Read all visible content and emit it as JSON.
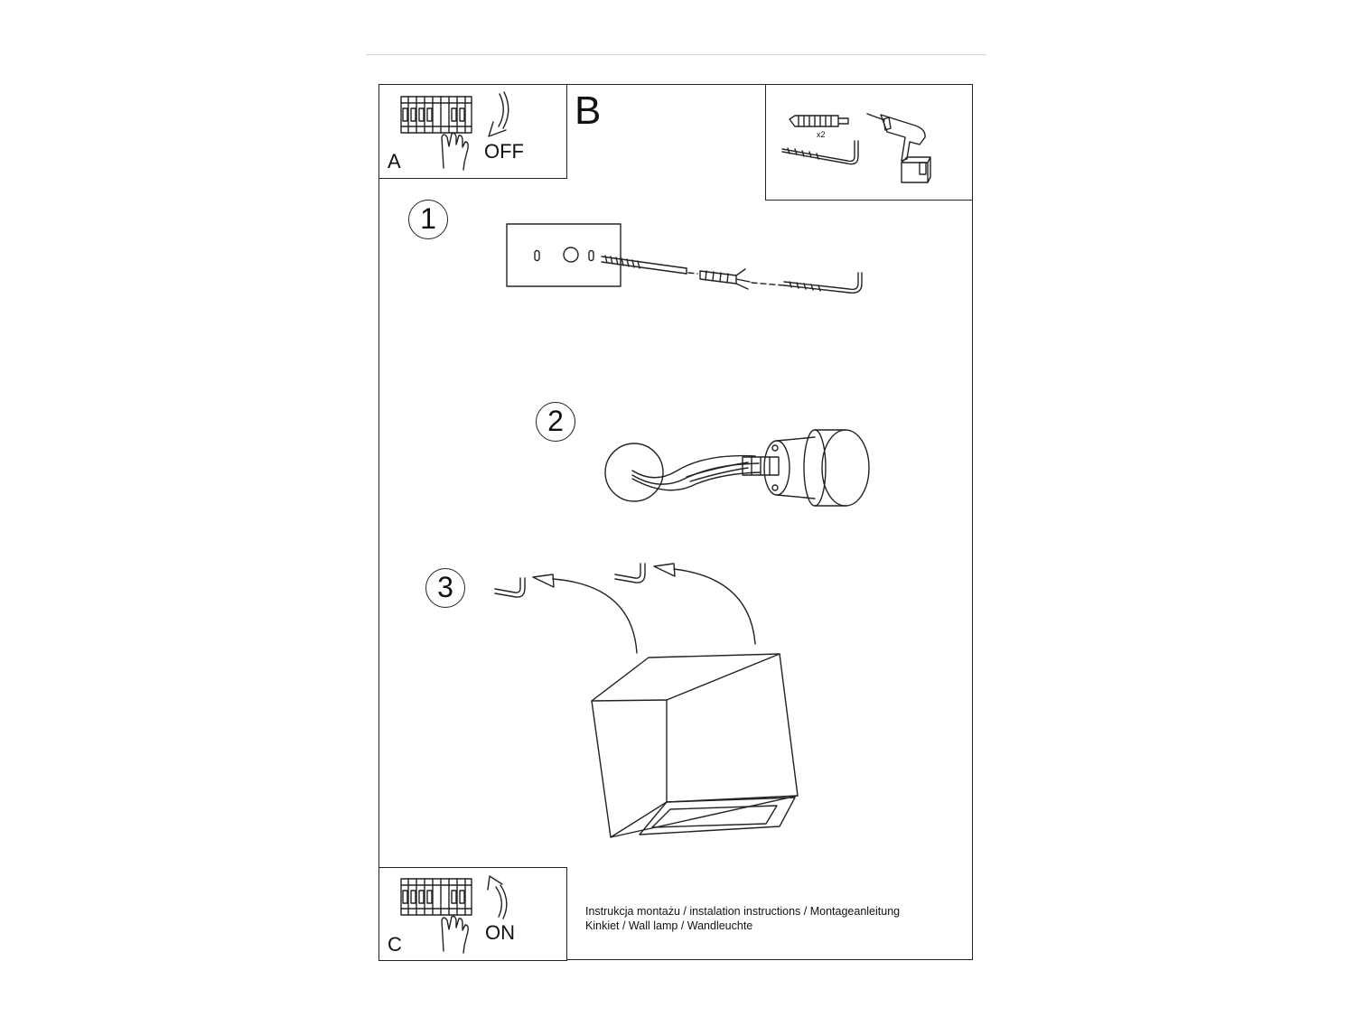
{
  "panels": {
    "a": {
      "letter": "A",
      "action": "OFF"
    },
    "b": {
      "letter": "B",
      "qty": "x2"
    },
    "c": {
      "letter": "C",
      "action": "ON"
    }
  },
  "steps": [
    "1",
    "2",
    "3"
  ],
  "footer": {
    "line1": "Instrukcja montażu / instalation instructions / Montageanleitung",
    "line2": "Kinkiet / Wall lamp / Wandleuchte"
  },
  "colors": {
    "line": "#222222",
    "background": "#ffffff",
    "rule": "#d6d6d6"
  }
}
